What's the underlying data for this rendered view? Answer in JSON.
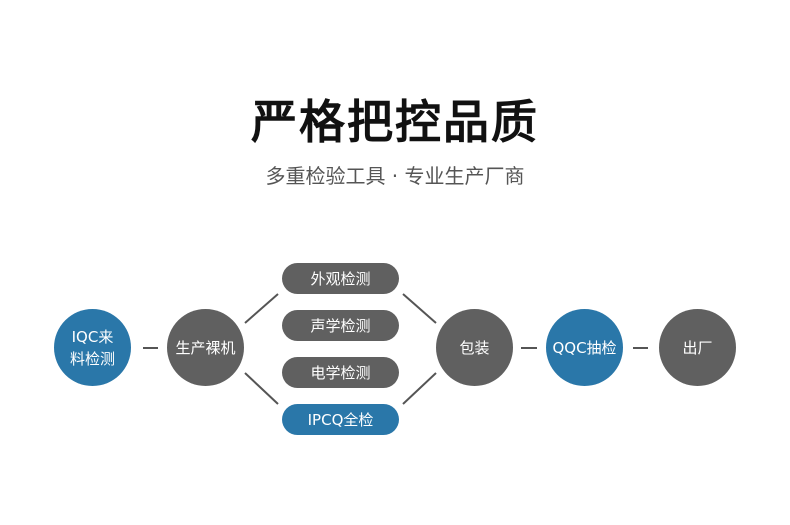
{
  "title": "严格把控品质",
  "subtitle": "多重检验工具 · 专业生产厂商",
  "nodes": {
    "iqc": "IQC来\n料检测",
    "bare": "生产裸机",
    "appearance": "外观检测",
    "acoustic": "声学检测",
    "electric": "电学检测",
    "ipcq": "IPCQ全检",
    "pack": "包装",
    "qqc": "QQC抽检",
    "ship": "出厂"
  },
  "colors": {
    "gray": "#606060",
    "blue": "#2a77a9",
    "line": "#555555"
  }
}
